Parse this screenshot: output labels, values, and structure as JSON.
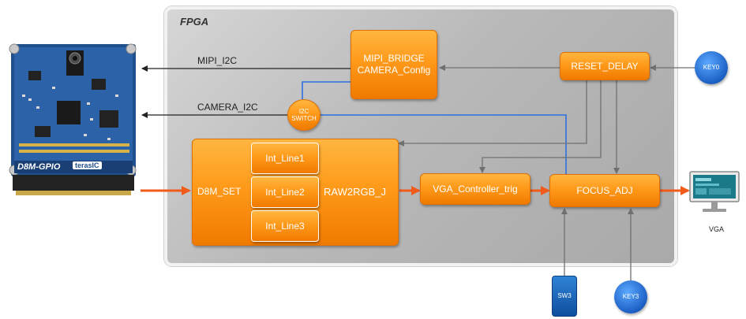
{
  "fpga_label": "FPGA",
  "blocks": {
    "mipi_bridge": "MIPI_BRIDGE\nCAMERA_Config",
    "reset_delay": "RESET_DELAY",
    "i2c_switch": "I2C\nSWITCH",
    "d8m_set": "D8M_SET",
    "int_line1": "Int_Line1",
    "int_line2": "Int_Line2",
    "int_line3": "Int_Line3",
    "raw2rgb": "RAW2RGB_J",
    "vga_ctrl": "VGA_Controller_trig",
    "focus_adj": "FOCUS_ADJ"
  },
  "signals": {
    "mipi_i2c": "MIPI_I2C",
    "camera_i2c": "CAMERA_I2C"
  },
  "inputs": {
    "key0": "KEY0",
    "sw3": "SW3",
    "key3": "KEY3"
  },
  "board": {
    "model_text": "D8M-GPIO",
    "brand_text": "terasIC"
  },
  "monitor_label": "VGA",
  "colors": {
    "orange_arrow": "#f05a1a",
    "blue_line": "#2f6fe0",
    "black_arrow": "#222222",
    "gray_arrow": "#707070"
  }
}
